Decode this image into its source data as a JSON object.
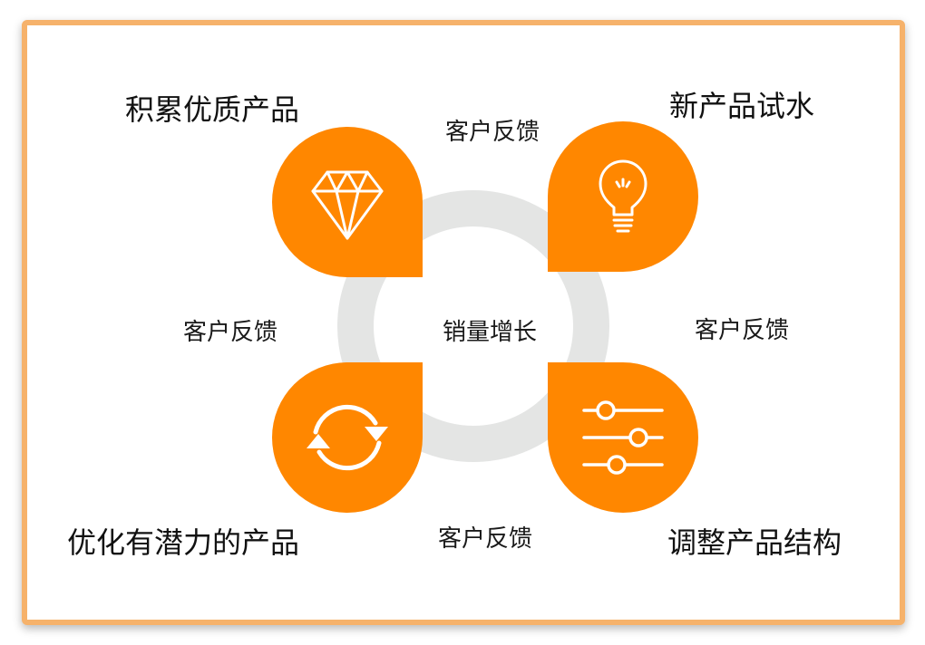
{
  "diagram": {
    "center": "销量增长",
    "stages": {
      "top_left": "积累优质产品",
      "top_right": "新产品试水",
      "bottom_right": "调整产品结构",
      "bottom_left": "优化有潜力的产品"
    },
    "feedback": {
      "top": "客户反馈",
      "right": "客户反馈",
      "bottom": "客户反馈",
      "left": "客户反馈"
    },
    "icons": {
      "top_left": "diamond-icon",
      "top_right": "lightbulb-icon",
      "bottom_left": "refresh-cycle-icon",
      "bottom_right": "sliders-icon"
    },
    "colors": {
      "accent": "#ff8700",
      "ring": "#e4e5e4",
      "frame_border": "#f6b26b"
    }
  }
}
